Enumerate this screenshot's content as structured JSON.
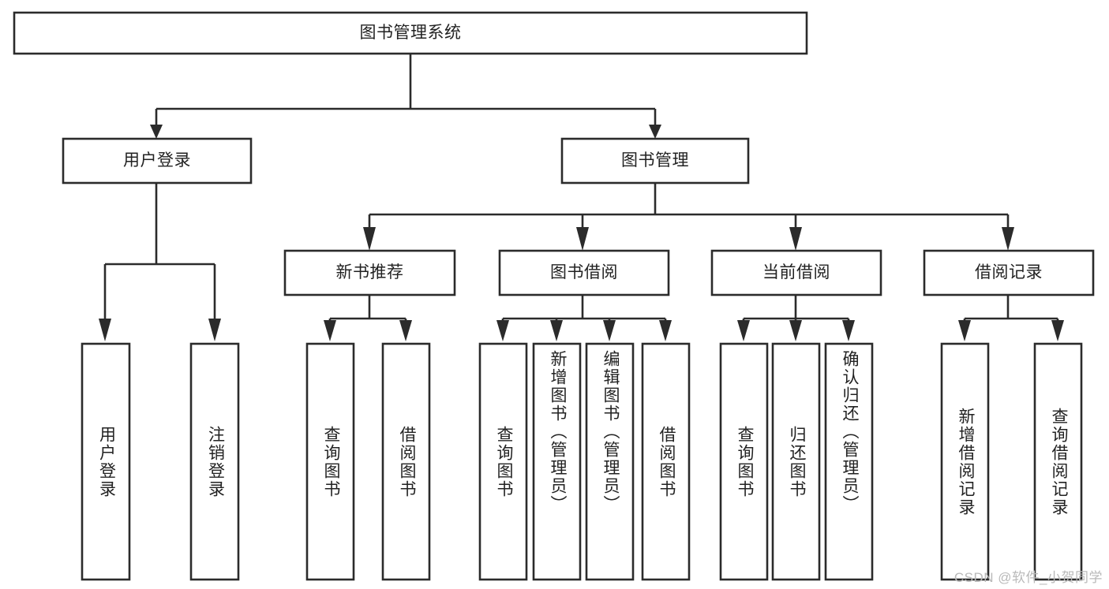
{
  "diagram": {
    "type": "tree-hierarchy-chart",
    "title": "图书管理系统",
    "watermark": "CSDN @软件_小贺同学",
    "colors": {
      "stroke": "#2b2b2b",
      "fill": "#ffffff",
      "text": "#222222",
      "watermark": "#b9b9b9"
    },
    "levels": {
      "root": {
        "label": "图书管理系统"
      },
      "level2": [
        {
          "id": "user-login",
          "label": "用户登录"
        },
        {
          "id": "book-management",
          "label": "图书管理"
        }
      ],
      "level3": [
        {
          "id": "new-book-recommend",
          "label": "新书推荐"
        },
        {
          "id": "book-borrow",
          "label": "图书借阅"
        },
        {
          "id": "current-borrow",
          "label": "当前借阅"
        },
        {
          "id": "borrow-record",
          "label": "借阅记录"
        }
      ],
      "leaves": {
        "user-login": [
          {
            "id": "leaf-user-login",
            "label": "用户登录"
          },
          {
            "id": "leaf-logout",
            "label": "注销登录"
          }
        ],
        "new-book-recommend": [
          {
            "id": "leaf-query-book-1",
            "label": "查询图书"
          },
          {
            "id": "leaf-borrow-book-1",
            "label": "借阅图书"
          }
        ],
        "book-borrow": [
          {
            "id": "leaf-query-book-2",
            "label": "查询图书"
          },
          {
            "id": "leaf-add-book",
            "label": "新增图书（管理员）"
          },
          {
            "id": "leaf-edit-book",
            "label": "编辑图书（管理员）"
          },
          {
            "id": "leaf-borrow-book-2",
            "label": "借阅图书"
          }
        ],
        "current-borrow": [
          {
            "id": "leaf-query-book-3",
            "label": "查询图书"
          },
          {
            "id": "leaf-return-book",
            "label": "归还图书"
          },
          {
            "id": "leaf-confirm-return",
            "label": "确认归还（管理员）"
          }
        ],
        "borrow-record": [
          {
            "id": "leaf-add-record",
            "label": "新增借阅记录"
          },
          {
            "id": "leaf-query-record",
            "label": "查询借阅记录"
          }
        ]
      }
    }
  }
}
